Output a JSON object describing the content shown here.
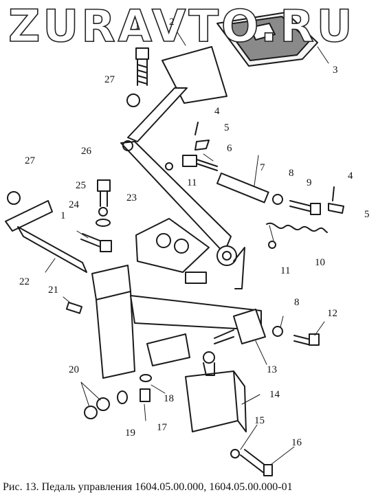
{
  "watermark": "ZURAVTO.RU",
  "caption": "Рис. 13. Педаль управления 1604.05.00.000, 1604.05.00.000-01",
  "labels": [
    "1",
    "2",
    "3",
    "27",
    "4",
    "5",
    "6",
    "7",
    "8",
    "9",
    "4",
    "5",
    "11",
    "26",
    "27",
    "25",
    "24",
    "23",
    "1",
    "22",
    "11",
    "10",
    "21",
    "8",
    "12",
    "13",
    "20",
    "18",
    "14",
    "19",
    "17",
    "15",
    "16"
  ]
}
